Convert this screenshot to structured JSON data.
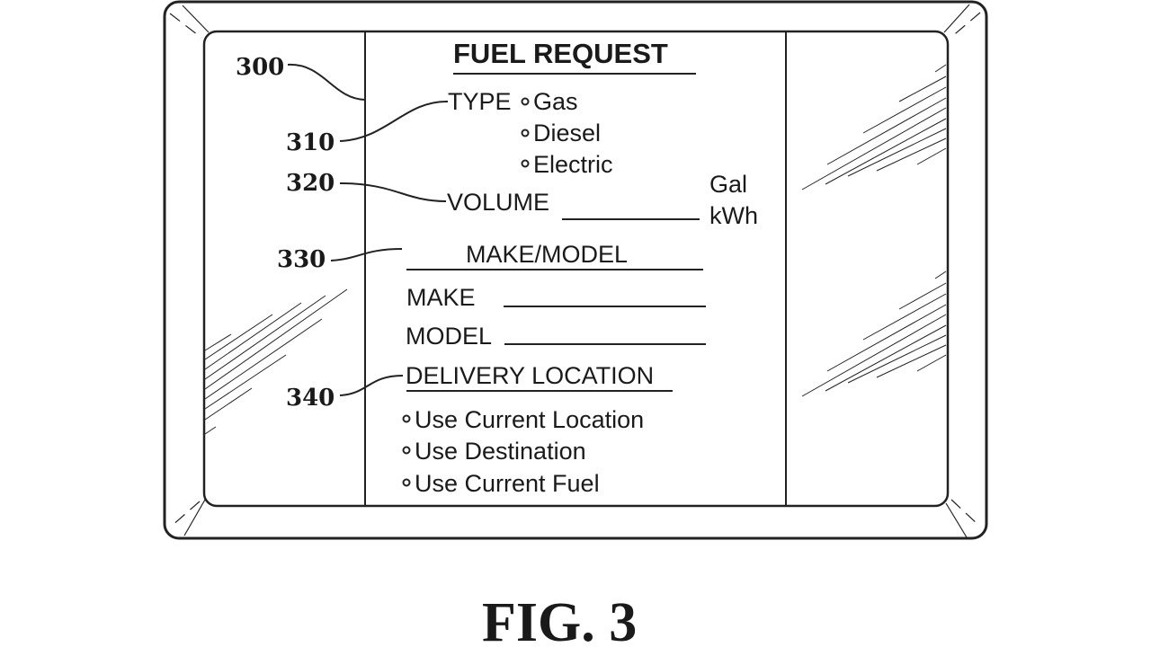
{
  "figure": {
    "caption": "FIG. 3",
    "reference_numerals": {
      "screen": "300",
      "type": "310",
      "volume": "320",
      "make_model": "330",
      "delivery_location": "340"
    }
  },
  "form": {
    "title": "FUEL REQUEST",
    "type": {
      "label": "TYPE",
      "options": [
        "Gas",
        "Diesel",
        "Electric"
      ]
    },
    "volume": {
      "label": "VOLUME",
      "value": "",
      "units": [
        "Gal",
        "kWh"
      ]
    },
    "make_model": {
      "heading": "MAKE/MODEL",
      "make_label": "MAKE",
      "make_value": "",
      "model_label": "MODEL",
      "model_value": ""
    },
    "delivery_location": {
      "heading": "DELIVERY LOCATION",
      "options": [
        "Use Current Location",
        "Use Destination",
        "Use Current Fuel"
      ]
    }
  }
}
